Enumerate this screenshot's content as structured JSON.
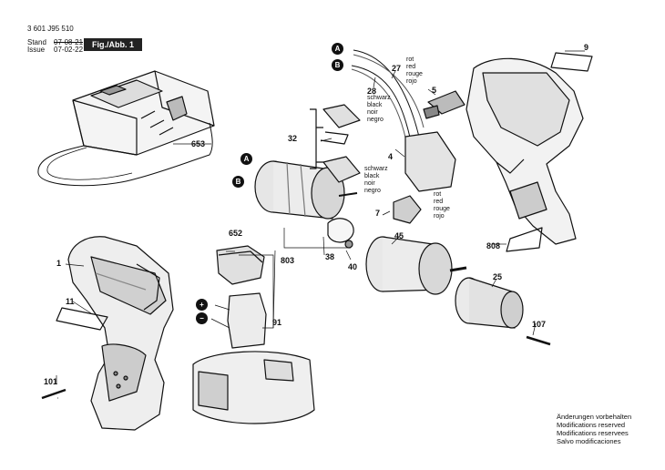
{
  "header": {
    "part_number": "3 601 J95 510",
    "stand_label": "Stand",
    "issue_label": "Issue",
    "stand_date": "07-08-21",
    "issue_date": "07-02-22",
    "figure_label": "Fig./Abb. 1"
  },
  "markers": {
    "a": "A",
    "b": "B",
    "plus": "+",
    "minus": "−"
  },
  "parts": {
    "p1": "1",
    "p4": "4",
    "p5": "5",
    "p7": "7",
    "p9": "9",
    "p11": "11",
    "p25": "25",
    "p27": "27",
    "p28": "28",
    "p32": "32",
    "p38": "38",
    "p40": "40",
    "p45": "45",
    "p91": "91",
    "p101": "101",
    "p107": "107",
    "p652": "652",
    "p653": "653",
    "p803": "803",
    "p808": "808"
  },
  "wire_colors_red": [
    "rot",
    "red",
    "rouge",
    "rojo"
  ],
  "wire_colors_black": [
    "schwarz",
    "black",
    "noir",
    "negro"
  ],
  "notice": [
    "Änderungen vorbehalten",
    "Modifications reserved",
    "Modifications reservees",
    "Salvo modificaciones"
  ]
}
